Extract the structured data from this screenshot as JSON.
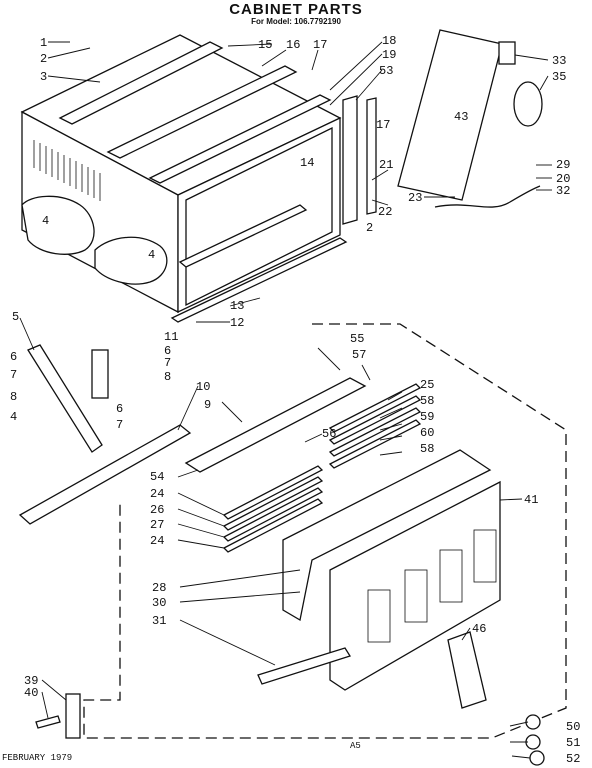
{
  "header": {
    "title": "CABINET PARTS",
    "subtitle": "For Model: 106.7792190"
  },
  "footer": {
    "date": "FEBRUARY 1979",
    "page": "A5"
  },
  "callouts": [
    "1",
    "2",
    "3",
    "15",
    "16",
    "17",
    "18",
    "19",
    "53",
    "4",
    "4",
    "14",
    "17",
    "21",
    "22",
    "2",
    "43",
    "33",
    "35",
    "29",
    "20",
    "32",
    "23",
    "13",
    "12",
    "5",
    "11",
    "6",
    "6",
    "7",
    "7",
    "8",
    "8",
    "4",
    "6",
    "7",
    "10",
    "9",
    "55",
    "57",
    "25",
    "58",
    "59",
    "60",
    "58",
    "56",
    "54",
    "24",
    "26",
    "27",
    "24",
    "41",
    "28",
    "30",
    "31",
    "46",
    "39",
    "40",
    "50",
    "51",
    "52"
  ]
}
